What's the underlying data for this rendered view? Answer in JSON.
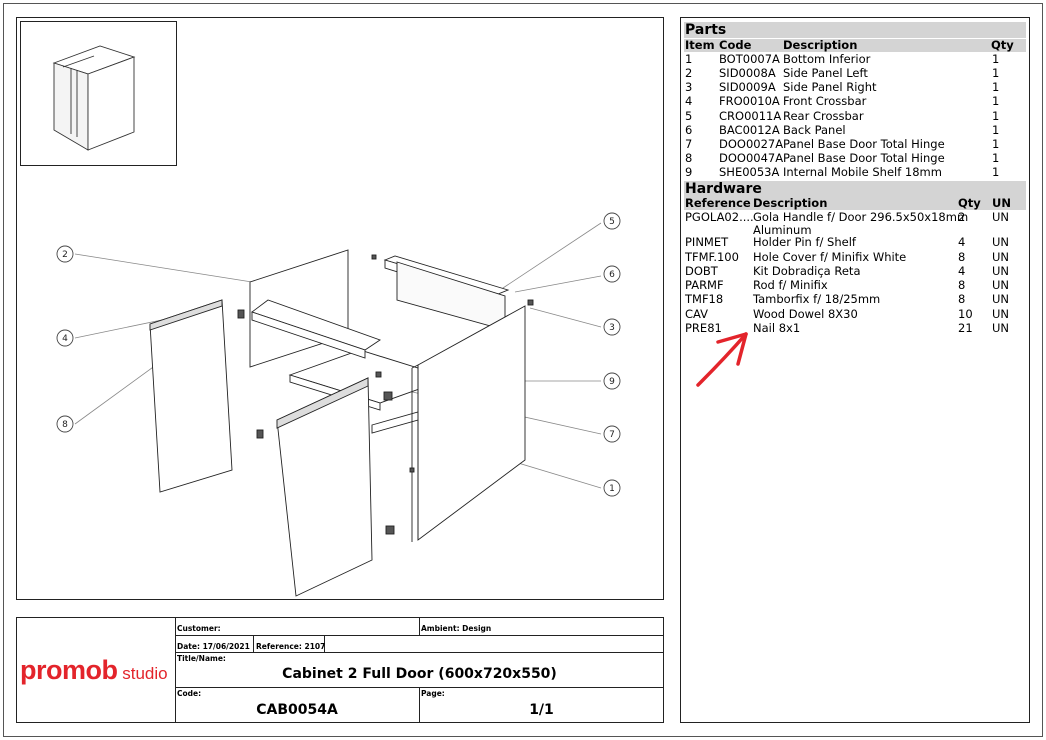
{
  "parts": {
    "title": "Parts",
    "headers": {
      "item": "Item",
      "code": "Code",
      "description": "Description",
      "qty": "Qty"
    },
    "rows": [
      {
        "item": "1",
        "code": "BOT0007A",
        "description": "Bottom Inferior",
        "qty": "1"
      },
      {
        "item": "2",
        "code": "SID0008A",
        "description": "Side Panel Left",
        "qty": "1"
      },
      {
        "item": "3",
        "code": "SID0009A",
        "description": "Side Panel Right",
        "qty": "1"
      },
      {
        "item": "4",
        "code": "FRO0010A",
        "description": "Front Crossbar",
        "qty": "1"
      },
      {
        "item": "5",
        "code": "CRO0011A",
        "description": "Rear Crossbar",
        "qty": "1"
      },
      {
        "item": "6",
        "code": "BAC0012A",
        "description": "Back Panel",
        "qty": "1"
      },
      {
        "item": "7",
        "code": "DOO0027A",
        "description": "Panel Base Door Total Hinge",
        "qty": "1"
      },
      {
        "item": "8",
        "code": "DOO0047A",
        "description": "Panel Base Door Total Hinge",
        "qty": "1"
      },
      {
        "item": "9",
        "code": "SHE0053A",
        "description": "Internal Mobile Shelf 18mm",
        "qty": "1"
      }
    ]
  },
  "hardware": {
    "title": "Hardware",
    "headers": {
      "reference": "Reference",
      "description": "Description",
      "qty": "Qty",
      "un": "UN"
    },
    "rows": [
      {
        "reference": "PGOLA02....",
        "description": "Gola Handle f/ Door 296.5x50x18mm",
        "description2": "Aluminum",
        "qty": "2",
        "un": "UN"
      },
      {
        "reference": "PINMET",
        "description": "Holder Pin f/ Shelf",
        "qty": "4",
        "un": "UN"
      },
      {
        "reference": "TFMF.100",
        "description": "Hole Cover f/ Minifix White",
        "qty": "8",
        "un": "UN"
      },
      {
        "reference": "DOBT",
        "description": "Kit Dobradiça Reta",
        "qty": "4",
        "un": "UN"
      },
      {
        "reference": "PARMF",
        "description": "Rod f/ Minifix",
        "qty": "8",
        "un": "UN"
      },
      {
        "reference": "TMF18",
        "description": "Tamborfix f/ 18/25mm",
        "qty": "8",
        "un": "UN"
      },
      {
        "reference": "CAV",
        "description": "Wood Dowel 8X30",
        "qty": "10",
        "un": "UN"
      },
      {
        "reference": "PRE81",
        "description": "Nail 8x1",
        "qty": "21",
        "un": "UN"
      }
    ]
  },
  "callouts": [
    "1",
    "2",
    "3",
    "4",
    "5",
    "6",
    "7",
    "8",
    "9"
  ],
  "title_block": {
    "logo_bold": "promob",
    "logo_light": " studio",
    "customer_label": "Customer:",
    "customer_value": "",
    "ambient_label": "Ambient: Design",
    "date_label": "Date: 17/06/2021",
    "reference_label": "Reference: 2107",
    "title_label": "Title/Name:",
    "title_value": "Cabinet 2 Full Door (600x720x550)",
    "code_label": "Code:",
    "code_value": "CAB0054A",
    "page_label": "Page:",
    "page_value": "1/1"
  },
  "colors": {
    "header_bg": "#d4d4d4",
    "logo": "#e3242b",
    "annotation_arrow": "#e3242b"
  }
}
